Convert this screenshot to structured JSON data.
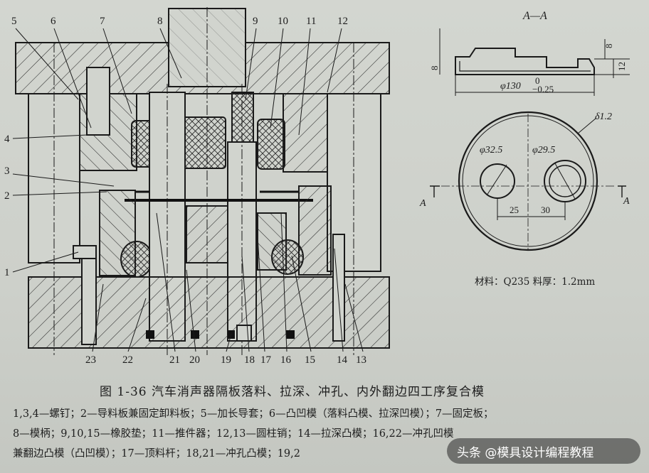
{
  "figure": {
    "caption": "图 1-36   汽车消声器隔板落料、拉深、冲孔、内外翻边四工序复合模",
    "legend_lines": [
      "1,3,4—螺钉；2—导料板兼固定卸料板；5—加长导套；6—凸凹模（落料凸模、拉深凹模）；7—固定板；",
      "8—模柄；9,10,15—橡胶垫；11—推件器；12,13—圆柱销；14—拉深凸模；16,22—冲孔凹模",
      "兼翻边凸模（凸凹模）；17—顶料杆；18,21—冲孔凸模；19,2"
    ]
  },
  "part_labels": {
    "top": [
      "5",
      "6",
      "7",
      "8",
      "9",
      "10",
      "11",
      "12"
    ],
    "left": [
      "4",
      "3",
      "2",
      "1"
    ],
    "bottom": [
      "23",
      "22",
      "21",
      "20",
      "19",
      "18",
      "17",
      "16",
      "15",
      "14",
      "13"
    ]
  },
  "part_drawing": {
    "section_title": "A—A",
    "dimensions": {
      "outer_diameter": "φ130",
      "tol_upper": "0",
      "tol_lower": "−0.25",
      "hole1": "φ32.5",
      "hole2": "φ29.5",
      "thickness_note": "δ1.2",
      "offset1": "25",
      "offset2": "30",
      "height_left": "8",
      "height_top": "8",
      "height_right": "12"
    },
    "section_marks": [
      "A",
      "A"
    ],
    "material_note": "材料：Q235   料厚：1.2mm"
  },
  "watermark": {
    "text": "头条 @模具设计编程教程"
  }
}
